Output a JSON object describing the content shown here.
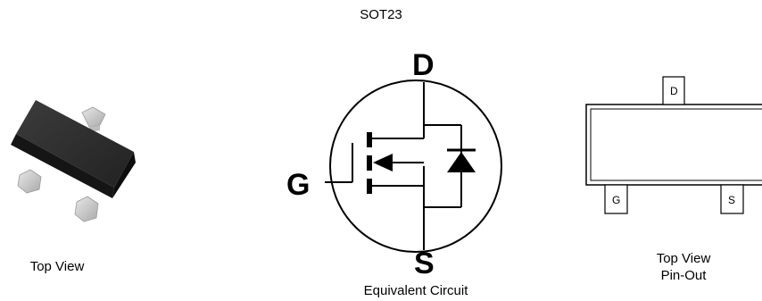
{
  "title": "SOT23",
  "left_panel": {
    "caption": "Top View"
  },
  "center_panel": {
    "drain_label": "D",
    "gate_label": "G",
    "source_label": "S",
    "caption": "Equivalent Circuit"
  },
  "right_panel": {
    "pin_d": "D",
    "pin_g": "G",
    "pin_s": "S",
    "caption_line1": "Top View",
    "caption_line2": "Pin-Out"
  },
  "colors": {
    "package_body": "#2e2e2e",
    "package_leads": "#d4d4d4",
    "lines": "#000000"
  }
}
